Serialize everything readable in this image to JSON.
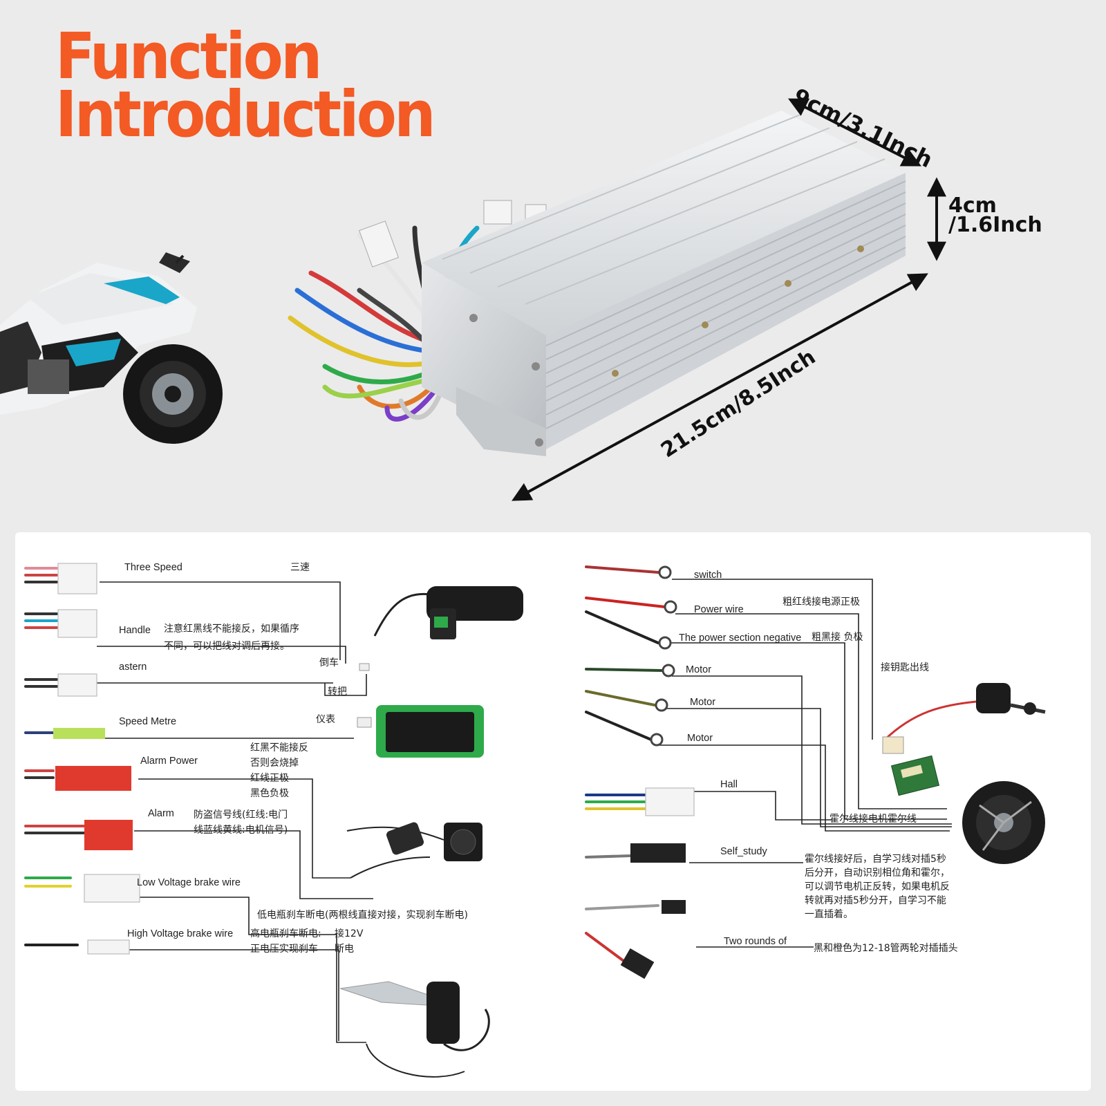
{
  "header": {
    "title_line1": "Function",
    "title_line2": "Introduction"
  },
  "dimensions": {
    "width": "9cm/3.1Inch",
    "height_line1": "4cm",
    "height_line2": "/1.6Inch",
    "length": "21.5cm/8.5Inch"
  },
  "colors": {
    "accent": "#f35a24",
    "housing": "#d9dde1",
    "panel": "#ffffff"
  },
  "left_diagram": {
    "three_speed": "Three Speed",
    "three_speed_cn": "三速",
    "handle": "Handle",
    "handle_note_1": "注意红黑线不能接反，如果循序",
    "handle_note_2": "不同，可以把线对调后再接。",
    "reverse_cn": "倒车",
    "astern": "astern",
    "throttle_cn": "转把",
    "speed_metre": "Speed Metre",
    "meter_cn": "仪表",
    "alarm_power": "Alarm Power",
    "alarm_power_note_1": "红黑不能接反",
    "alarm_power_note_2": "否则会烧掉",
    "alarm_power_note_3": "红线正极",
    "alarm_power_note_4": "黑色负极",
    "alarm": "Alarm",
    "alarm_note_1": "防盗信号线(红线:电门",
    "alarm_note_2": "线蓝线黄线:电机信号)",
    "low_brake": "Low Voltage brake wire",
    "low_brake_note": "低电瓶刹车断电(两根线直接对接，实现刹车断电)",
    "high_brake": "High Voltage brake wire",
    "high_brake_note_1": "高电瓶刹车断电:",
    "high_brake_note_2": "正电压实现刹车",
    "high_brake_note_3": "接12V",
    "high_brake_note_4": "断电"
  },
  "right_diagram": {
    "switch": "switch",
    "power_wire": "Power wire",
    "power_wire_cn": "粗红线接电源正极",
    "power_negative": "The power section negative",
    "power_negative_cn": "粗黑接 负极",
    "key_cn": "接钥匙出线",
    "motor_1": "Motor",
    "motor_2": "Motor",
    "motor_3": "Motor",
    "hall": "Hall",
    "hall_cn": "霍尔线接电机霍尔线",
    "self_study": "Self_study",
    "self_study_note_1": "霍尔线接好后，自学习线对插5秒",
    "self_study_note_2": "后分开，自动识别相位角和霍尔，",
    "self_study_note_3": "可以调节电机正反转，如果电机反",
    "self_study_note_4": "转就再对插5秒分开，自学习不能",
    "self_study_note_5": "一直插着。",
    "two_rounds": "Two rounds of",
    "two_rounds_cn": "黑和橙色为12-18管两轮对插插头"
  }
}
